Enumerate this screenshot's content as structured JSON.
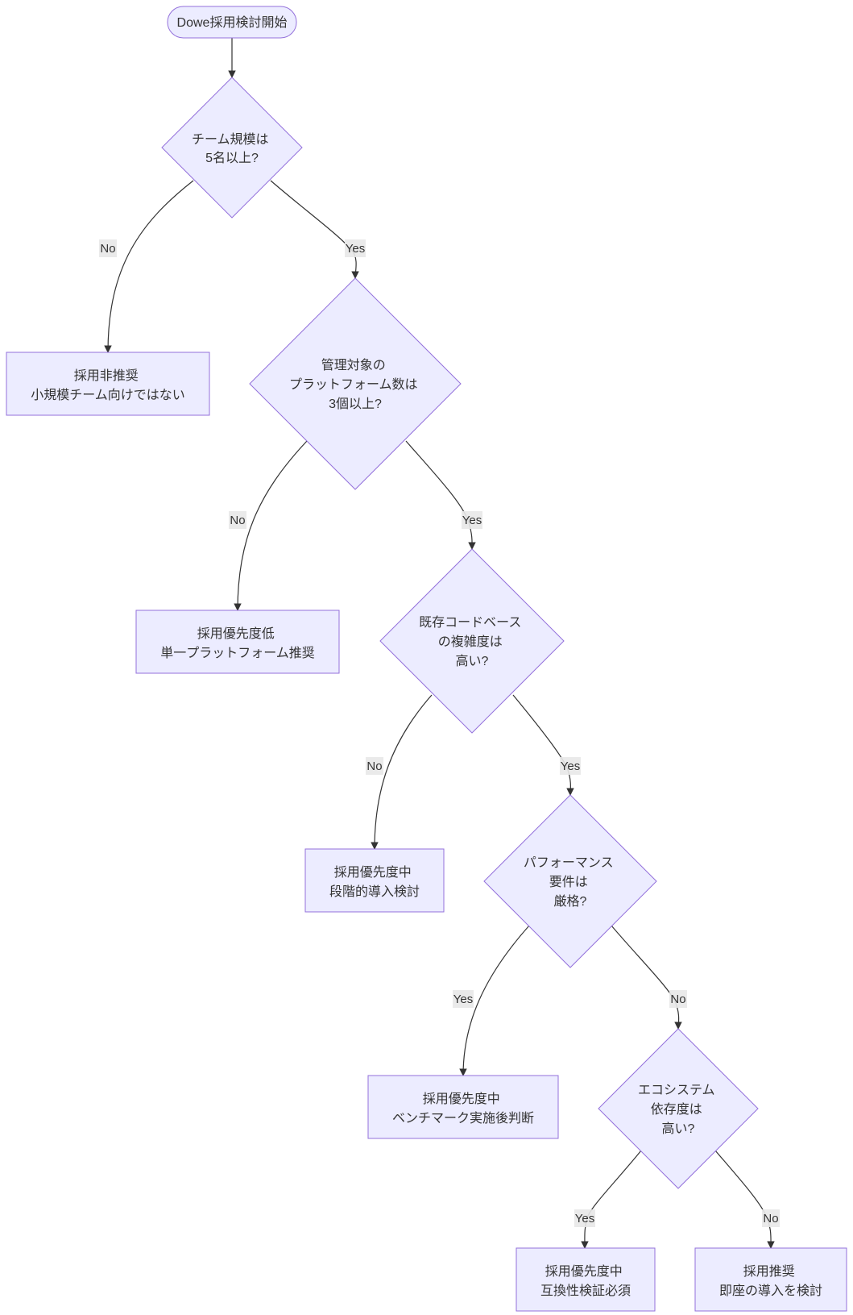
{
  "nodes": {
    "start": {
      "lines": [
        "Dowe採用検討開始"
      ]
    },
    "q_team": {
      "lines": [
        "チーム規模は",
        "5名以上?"
      ]
    },
    "r_not": {
      "lines": [
        "採用非推奨",
        "小規模チーム向けではない"
      ]
    },
    "q_platform": {
      "lines": [
        "管理対象の",
        "プラットフォーム数は",
        "3個以上?"
      ]
    },
    "r_low": {
      "lines": [
        "採用優先度低",
        "単一プラットフォーム推奨"
      ]
    },
    "q_complex": {
      "lines": [
        "既存コードベース",
        "の複雑度は",
        "高い?"
      ]
    },
    "r_mid_staged": {
      "lines": [
        "採用優先度中",
        "段階的導入検討"
      ]
    },
    "q_perf": {
      "lines": [
        "パフォーマンス",
        "要件は",
        "厳格?"
      ]
    },
    "r_mid_bench": {
      "lines": [
        "採用優先度中",
        "ベンチマーク実施後判断"
      ]
    },
    "q_eco": {
      "lines": [
        "エコシステム",
        "依存度は",
        "高い?"
      ]
    },
    "r_mid_compat": {
      "lines": [
        "採用優先度中",
        "互換性検証必須"
      ]
    },
    "r_recommend": {
      "lines": [
        "採用推奨",
        "即座の導入を検討"
      ]
    }
  },
  "edge_labels": {
    "team_no": "No",
    "team_yes": "Yes",
    "platform_no": "No",
    "platform_yes": "Yes",
    "complex_no": "No",
    "complex_yes": "Yes",
    "perf_yes": "Yes",
    "perf_no": "No",
    "eco_yes": "Yes",
    "eco_no": "No"
  },
  "colors": {
    "node_fill": "#ECECFF",
    "node_stroke": "#9370DB",
    "edge": "#333333",
    "text": "#333333",
    "label_bg": "#e8e8e8"
  }
}
